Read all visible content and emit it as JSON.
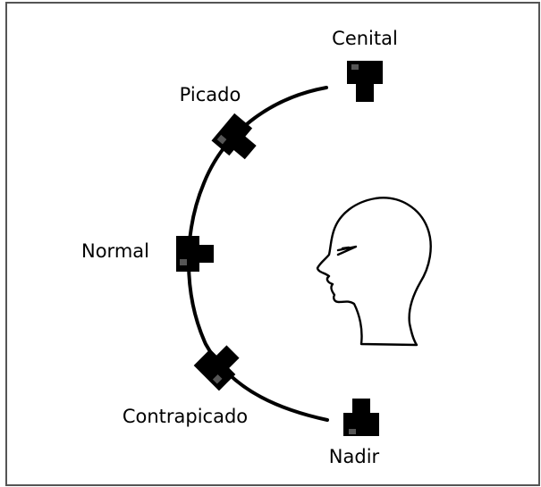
{
  "diagram": {
    "labels": {
      "cenital": "Cenital",
      "picado": "Picado",
      "normal": "Normal",
      "contrapicado": "Contrapicado",
      "nadir": "Nadir"
    },
    "colors": {
      "camera": "#000000",
      "lens": "#555555",
      "frame": "#555555",
      "background": "#ffffff"
    },
    "icons": [
      "camera-icon",
      "head-profile-icon"
    ]
  }
}
